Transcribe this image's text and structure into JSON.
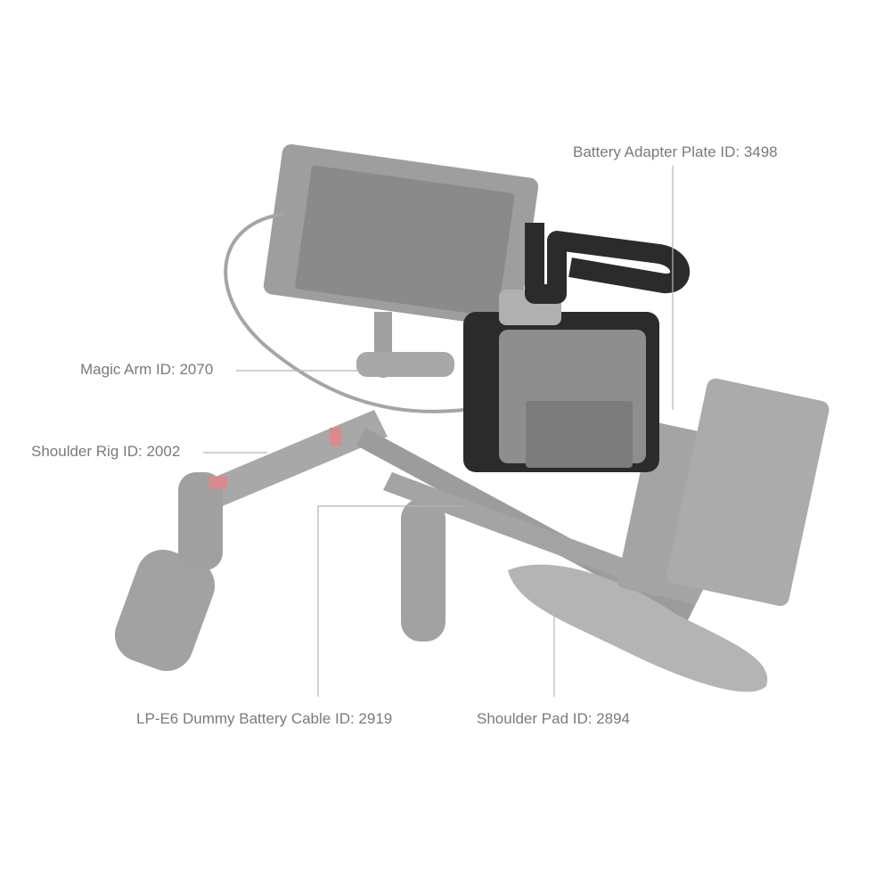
{
  "labels": {
    "battery_adapter_plate": "Battery Adapter Plate ID: 3498",
    "magic_arm": "Magic Arm ID: 2070",
    "shoulder_rig": "Shoulder Rig ID: 2002",
    "dummy_battery_cable": "LP-E6 Dummy Battery Cable ID: 2919",
    "shoulder_pad": "Shoulder Pad ID: 2894"
  },
  "colors": {
    "accessory_gray": "#a9a9a9",
    "cage_black": "#2b2b2b",
    "label_text": "#7a7a7a",
    "leader_line": "#b5b5b5",
    "accent_red": "#d98a8a"
  }
}
